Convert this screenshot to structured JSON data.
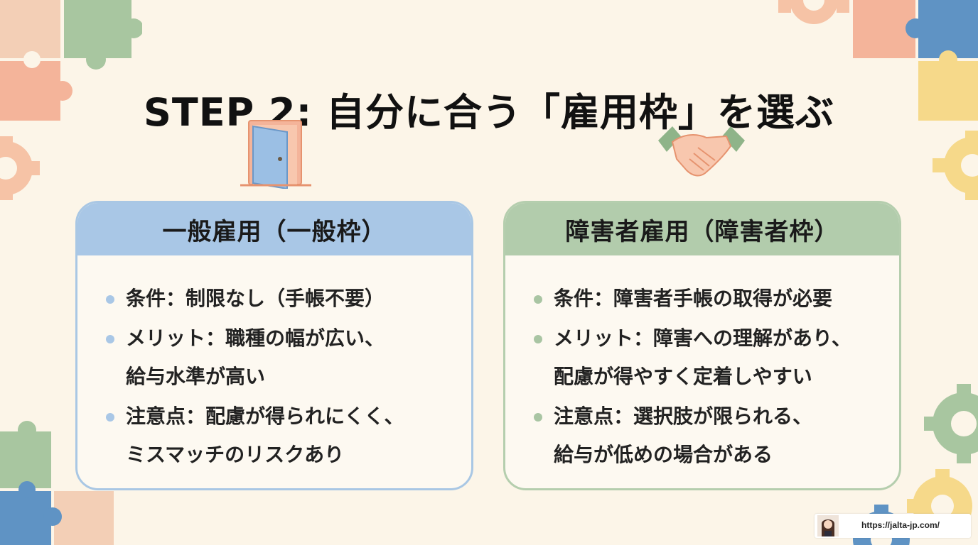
{
  "title": "STEP 2: 自分に合う「雇用枠」を選ぶ",
  "left_card": {
    "heading": "一般雇用（一般枠）",
    "icon": "door-icon",
    "items": [
      {
        "line1": "条件：制限なし（手帳不要）",
        "line2": ""
      },
      {
        "line1": "メリット：職種の幅が広い、",
        "line2": "給与水準が高い"
      },
      {
        "line1": "注意点：配慮が得られにくく、",
        "line2": "ミスマッチのリスクあり"
      }
    ]
  },
  "right_card": {
    "heading": "障害者雇用（障害者枠）",
    "icon": "handshake-icon",
    "items": [
      {
        "line1": "条件：障害者手帳の取得が必要",
        "line2": ""
      },
      {
        "line1": "メリット：障害への理解があり、",
        "line2": "配慮が得やすく定着しやすい"
      },
      {
        "line1": "注意点：選択肢が限られる、",
        "line2": "給与が低めの場合がある"
      }
    ]
  },
  "footer": {
    "url": "https://jalta-jp.com/",
    "avatar": "person-avatar"
  },
  "colors": {
    "background": "#fcf5e8",
    "blue": "#a9c7e6",
    "green": "#b2ccac",
    "orange": "#f4b49a",
    "yellow": "#f6d98a"
  }
}
